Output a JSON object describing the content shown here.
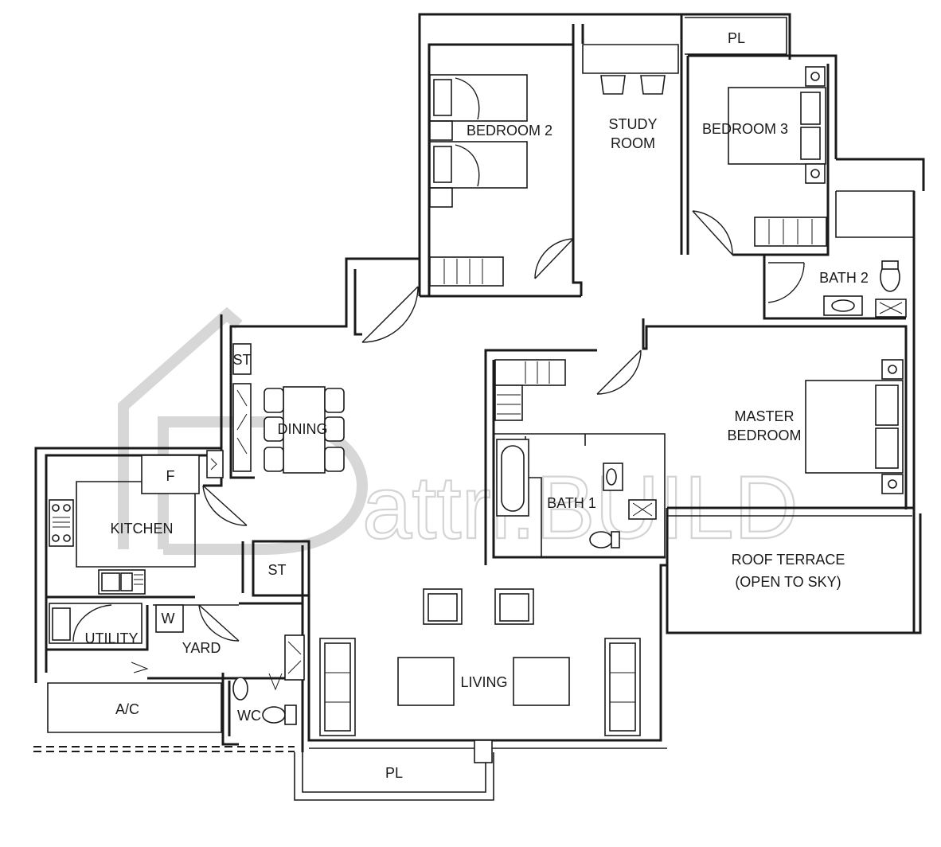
{
  "rooms": {
    "bedroom_2": "BEDROOM 2",
    "study_room_line1": "STUDY",
    "study_room_line2": "ROOM",
    "bedroom_3": "BEDROOM 3",
    "pl_top": "PL",
    "bath_2": "BATH 2",
    "store_dining": "ST",
    "dining": "DINING",
    "master_bedroom_line1": "MASTER",
    "master_bedroom_line2": "BEDROOM",
    "fridge": "F",
    "kitchen": "KITCHEN",
    "bath_1": "BATH 1",
    "store_yard": "ST",
    "roof_terrace_line1": "ROOF TERRACE",
    "roof_terrace_line2": "(OPEN TO SKY)",
    "washer": "W",
    "utility": "UTILITY",
    "yard": "YARD",
    "living": "LIVING",
    "ac": "A/C",
    "wc": "WC",
    "pl_bottom": "PL"
  },
  "watermark": "attri.BUILD",
  "colors": {
    "line": "#1a1a1a",
    "watermark": "#d4d4d4",
    "background": "#ffffff"
  }
}
